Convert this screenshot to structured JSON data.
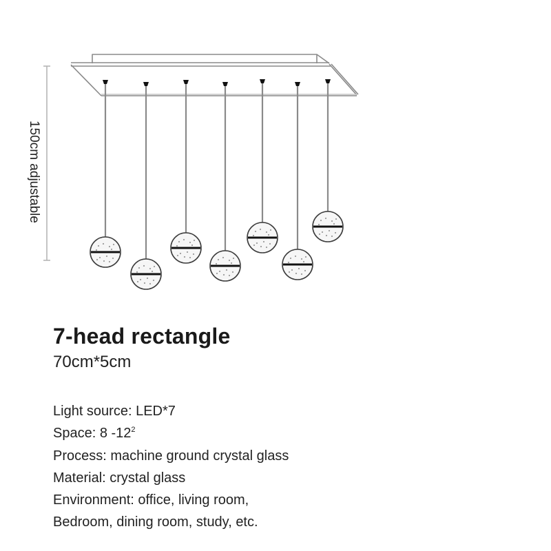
{
  "diagram": {
    "dimension_label": "150cm adjustable",
    "pendant_count": 7,
    "colors": {
      "line": "#8a8a8a",
      "dark": "#111111",
      "globe_fill": "#f6f6f6"
    }
  },
  "product": {
    "title": "7-head rectangle",
    "size": "70cm*5cm"
  },
  "specs": {
    "light_source": "Light source: LED*7",
    "space_prefix": "Space: 8 -12",
    "space_sup": "2",
    "process": "Process: machine ground crystal glass",
    "material": "Material: crystal glass",
    "environment_line1": "Environment: office, living room,",
    "environment_line2": "Bedroom, dining room, study, etc."
  }
}
